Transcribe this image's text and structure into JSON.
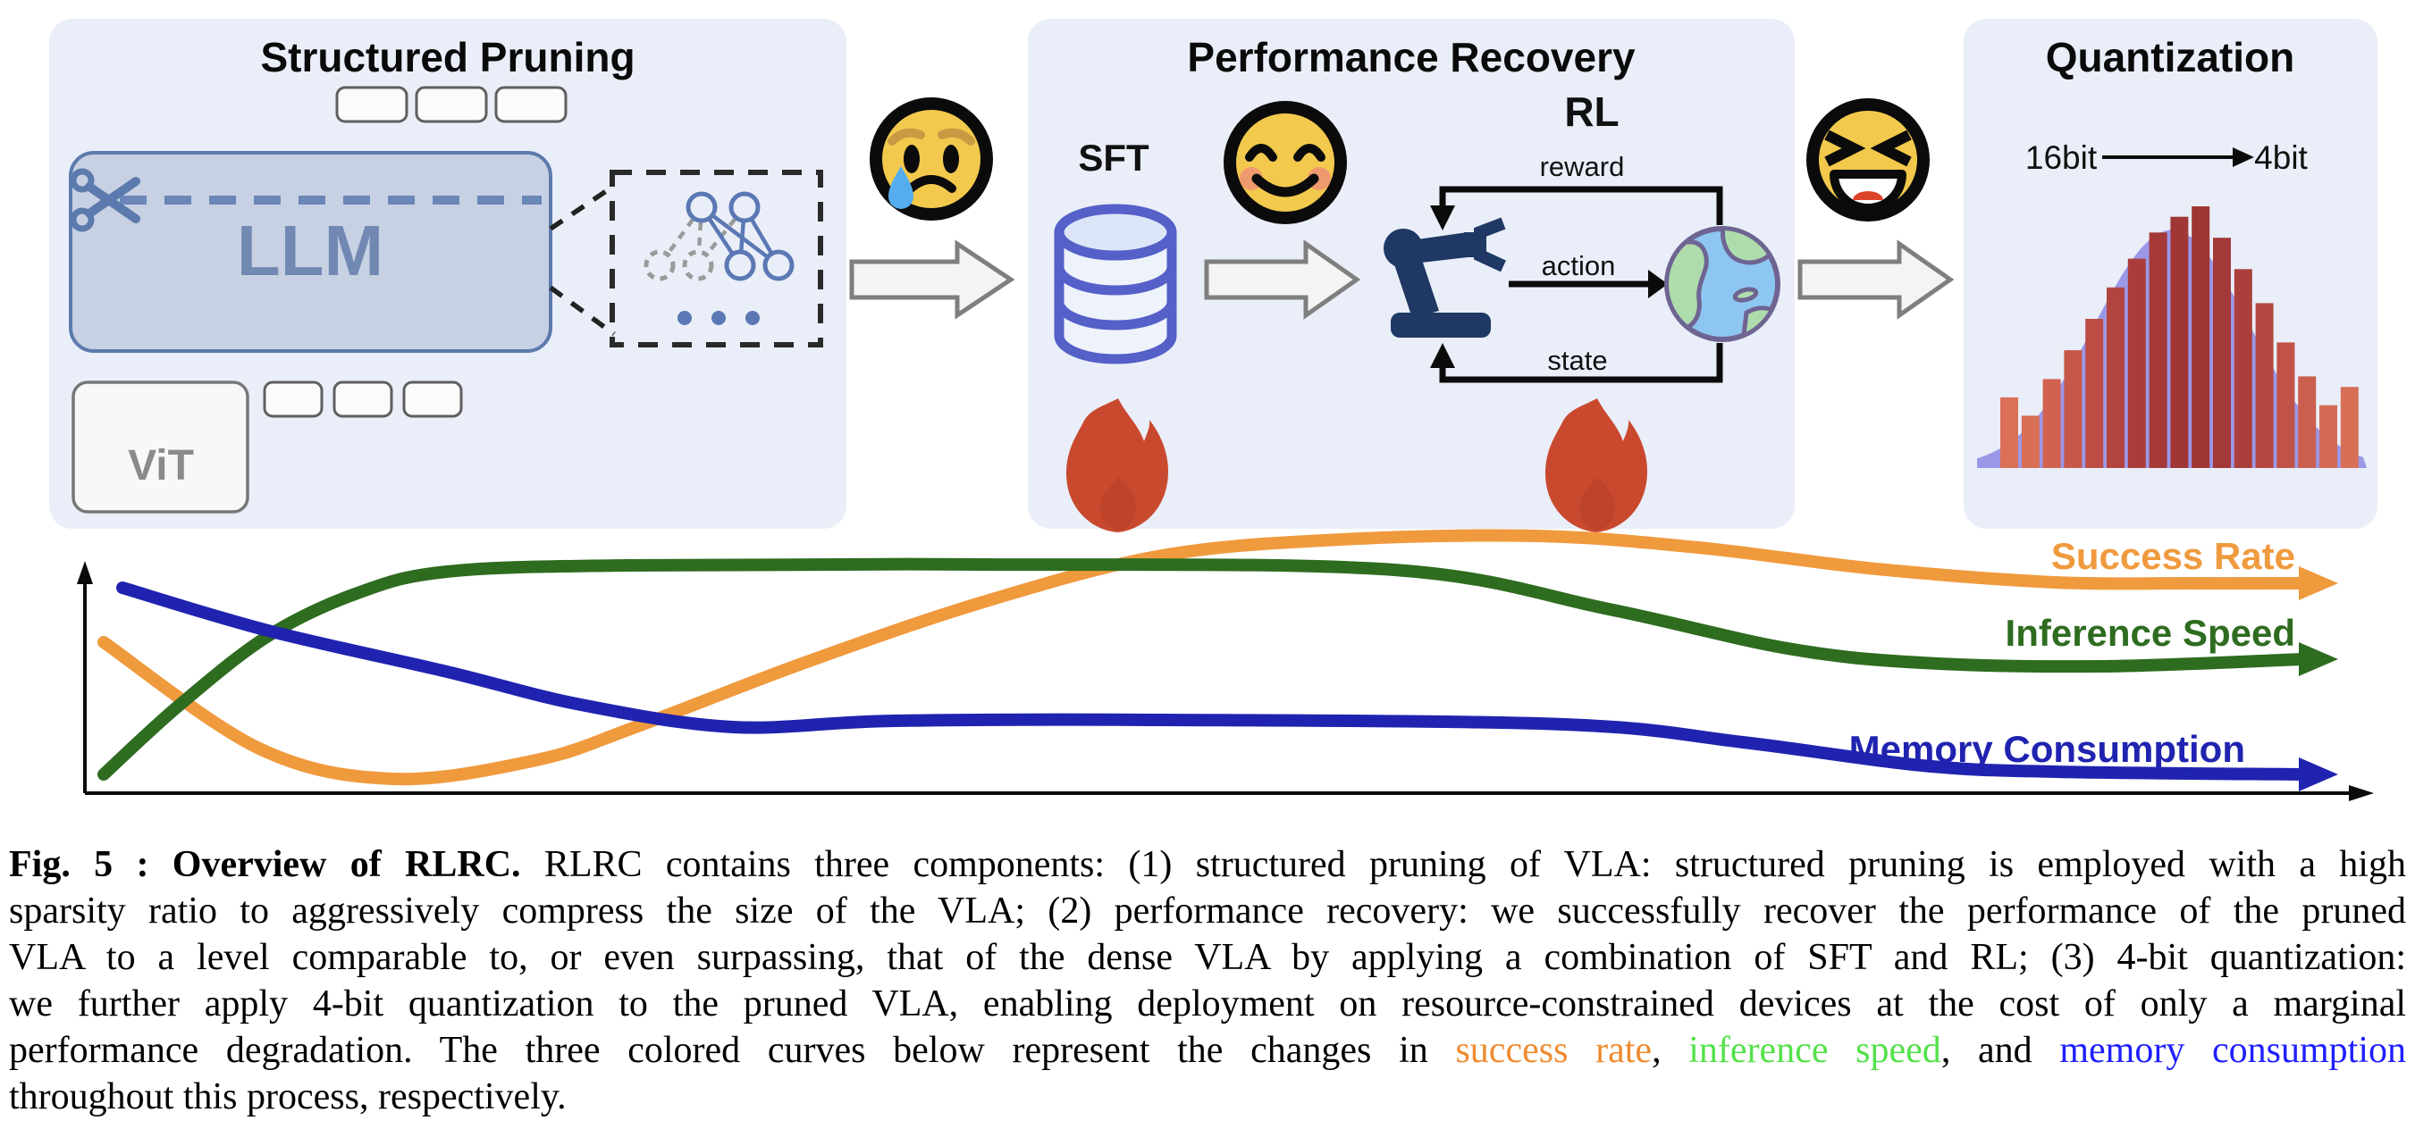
{
  "figure": {
    "panels": {
      "pruning": {
        "title": "Structured Pruning",
        "llm_label": "LLM",
        "vit_label": "ViT",
        "icons": [
          "scissors-icon",
          "pruned-network-icon",
          "ellipsis-dots-icon"
        ]
      },
      "recovery": {
        "title": "Performance Recovery",
        "sft_label": "SFT",
        "rl_label": "RL",
        "loop_labels": {
          "reward": "reward",
          "action": "action",
          "state": "state"
        },
        "icons": [
          "database-icon",
          "robot-arm-icon",
          "globe-icon",
          "fire-icon",
          "fire-icon"
        ]
      },
      "quantization": {
        "title": "Quantization",
        "from_bits": "16bit",
        "to_bits": "4bit",
        "icons": [
          "bit-arrow-icon",
          "weight-histogram-icon"
        ]
      }
    },
    "emojis": [
      "crying-face-emoji",
      "smiling-face-emoji",
      "laughing-face-emoji"
    ],
    "stage_arrows": 3
  },
  "colors": {
    "panel_bg": "#E9EEF8",
    "llm_box_fill": "#C7D1E3",
    "llm_box_border": "#5C7AAD",
    "llm_text": "#7189B2",
    "vit_text": "#8A8A8A",
    "database_blue": "#5560C8",
    "robot_navy": "#1F3864",
    "fire_red": "#C9492F",
    "success_rate": "#F09A3E",
    "inference_speed": "#2E6C20",
    "memory_consumption": "#2023B0",
    "histogram_bell": "#8F8CE4",
    "emoji_yellow": "#F2C94C",
    "tear_blue": "#55ACEE"
  },
  "chart_data": [
    {
      "type": "line",
      "title": "",
      "xlabel": "",
      "ylabel": "",
      "grid": false,
      "legend_position": "inline-right",
      "axis_arrows": true,
      "series": [
        {
          "name": "Success Rate",
          "color": "#F09A3E",
          "label_color": "#F09A3E",
          "points": [
            [
              116,
              719
            ],
            [
              290,
              838
            ],
            [
              440,
              872
            ],
            [
              600,
              851
            ],
            [
              711,
              814
            ],
            [
              900,
              742
            ],
            [
              1100,
              674
            ],
            [
              1300,
              622
            ],
            [
              1500,
              604
            ],
            [
              1720,
              600
            ],
            [
              1900,
              613
            ],
            [
              2100,
              637
            ],
            [
              2300,
              652
            ],
            [
              2450,
              653
            ],
            [
              2576,
              653
            ]
          ]
        },
        {
          "name": "Inference Speed",
          "color": "#2E6C20",
          "label_color": "#2E6C20",
          "points": [
            [
              116,
              867
            ],
            [
              200,
              790
            ],
            [
              300,
              712
            ],
            [
              400,
              664
            ],
            [
              500,
              640
            ],
            [
              700,
              633
            ],
            [
              1100,
              632
            ],
            [
              1560,
              638
            ],
            [
              1800,
              682
            ],
            [
              2000,
              726
            ],
            [
              2150,
              742
            ],
            [
              2350,
              746
            ],
            [
              2576,
              738
            ]
          ]
        },
        {
          "name": "Memory Consumption",
          "color": "#2023B0",
          "label_color": "#2023B0",
          "points": [
            [
              137,
              658
            ],
            [
              300,
              706
            ],
            [
              500,
              752
            ],
            [
              650,
              789
            ],
            [
              820,
              814
            ],
            [
              1000,
              807
            ],
            [
              1300,
              806
            ],
            [
              1750,
              811
            ],
            [
              1950,
              831
            ],
            [
              2150,
              857
            ],
            [
              2300,
              864
            ],
            [
              2576,
              867
            ]
          ]
        }
      ]
    },
    {
      "type": "bar",
      "title": "",
      "categories": [],
      "values": [
        0.27,
        0.2,
        0.34,
        0.45,
        0.57,
        0.69,
        0.8,
        0.9,
        0.96,
        1.0,
        0.88,
        0.76,
        0.63,
        0.48,
        0.35,
        0.24,
        0.31
      ],
      "bar_colors": [
        "#DA7057",
        "#D86E56",
        "#D26250",
        "#C75749",
        "#BC4C44",
        "#B2443F",
        "#AA3D3B",
        "#A43938",
        "#A03636",
        "#9F3535",
        "#A33938",
        "#AB3F3C",
        "#B44741",
        "#C05247",
        "#CB5F4E",
        "#D46A54",
        "#D87058"
      ],
      "overlay_curve": {
        "shape": "gaussian",
        "color": "#8F8CE4",
        "opacity": 0.88,
        "relative_amplitude": 0.91
      }
    }
  ],
  "caption": {
    "lines": [
      [
        {
          "t": "Fig. 5 : Overview of RLRC.",
          "s": "bold"
        },
        {
          "t": " RLRC contains three components: (1) structured pruning of VLA: structured pruning is employed with a high"
        }
      ],
      [
        {
          "t": "sparsity ratio to aggressively compress the size of the VLA; (2) performance recovery: we successfully recover the performance of the pruned"
        }
      ],
      [
        {
          "t": "VLA to a level comparable to, or even surpassing, that of the dense VLA by applying a combination of SFT and RL; (3) 4-bit quantization:"
        }
      ],
      [
        {
          "t": "we further apply 4-bit quantization to the pruned VLA, enabling deployment on resource-constrained devices at the cost of only a marginal"
        }
      ],
      [
        {
          "t": "performance degradation. The three colored curves below represent the changes in "
        },
        {
          "t": "success rate",
          "s": "orange"
        },
        {
          "t": ", "
        },
        {
          "t": "inference speed",
          "s": "green"
        },
        {
          "t": ", and "
        },
        {
          "t": "memory consumption",
          "s": "blue"
        }
      ],
      [
        {
          "t": "throughout this process, respectively."
        }
      ]
    ]
  }
}
